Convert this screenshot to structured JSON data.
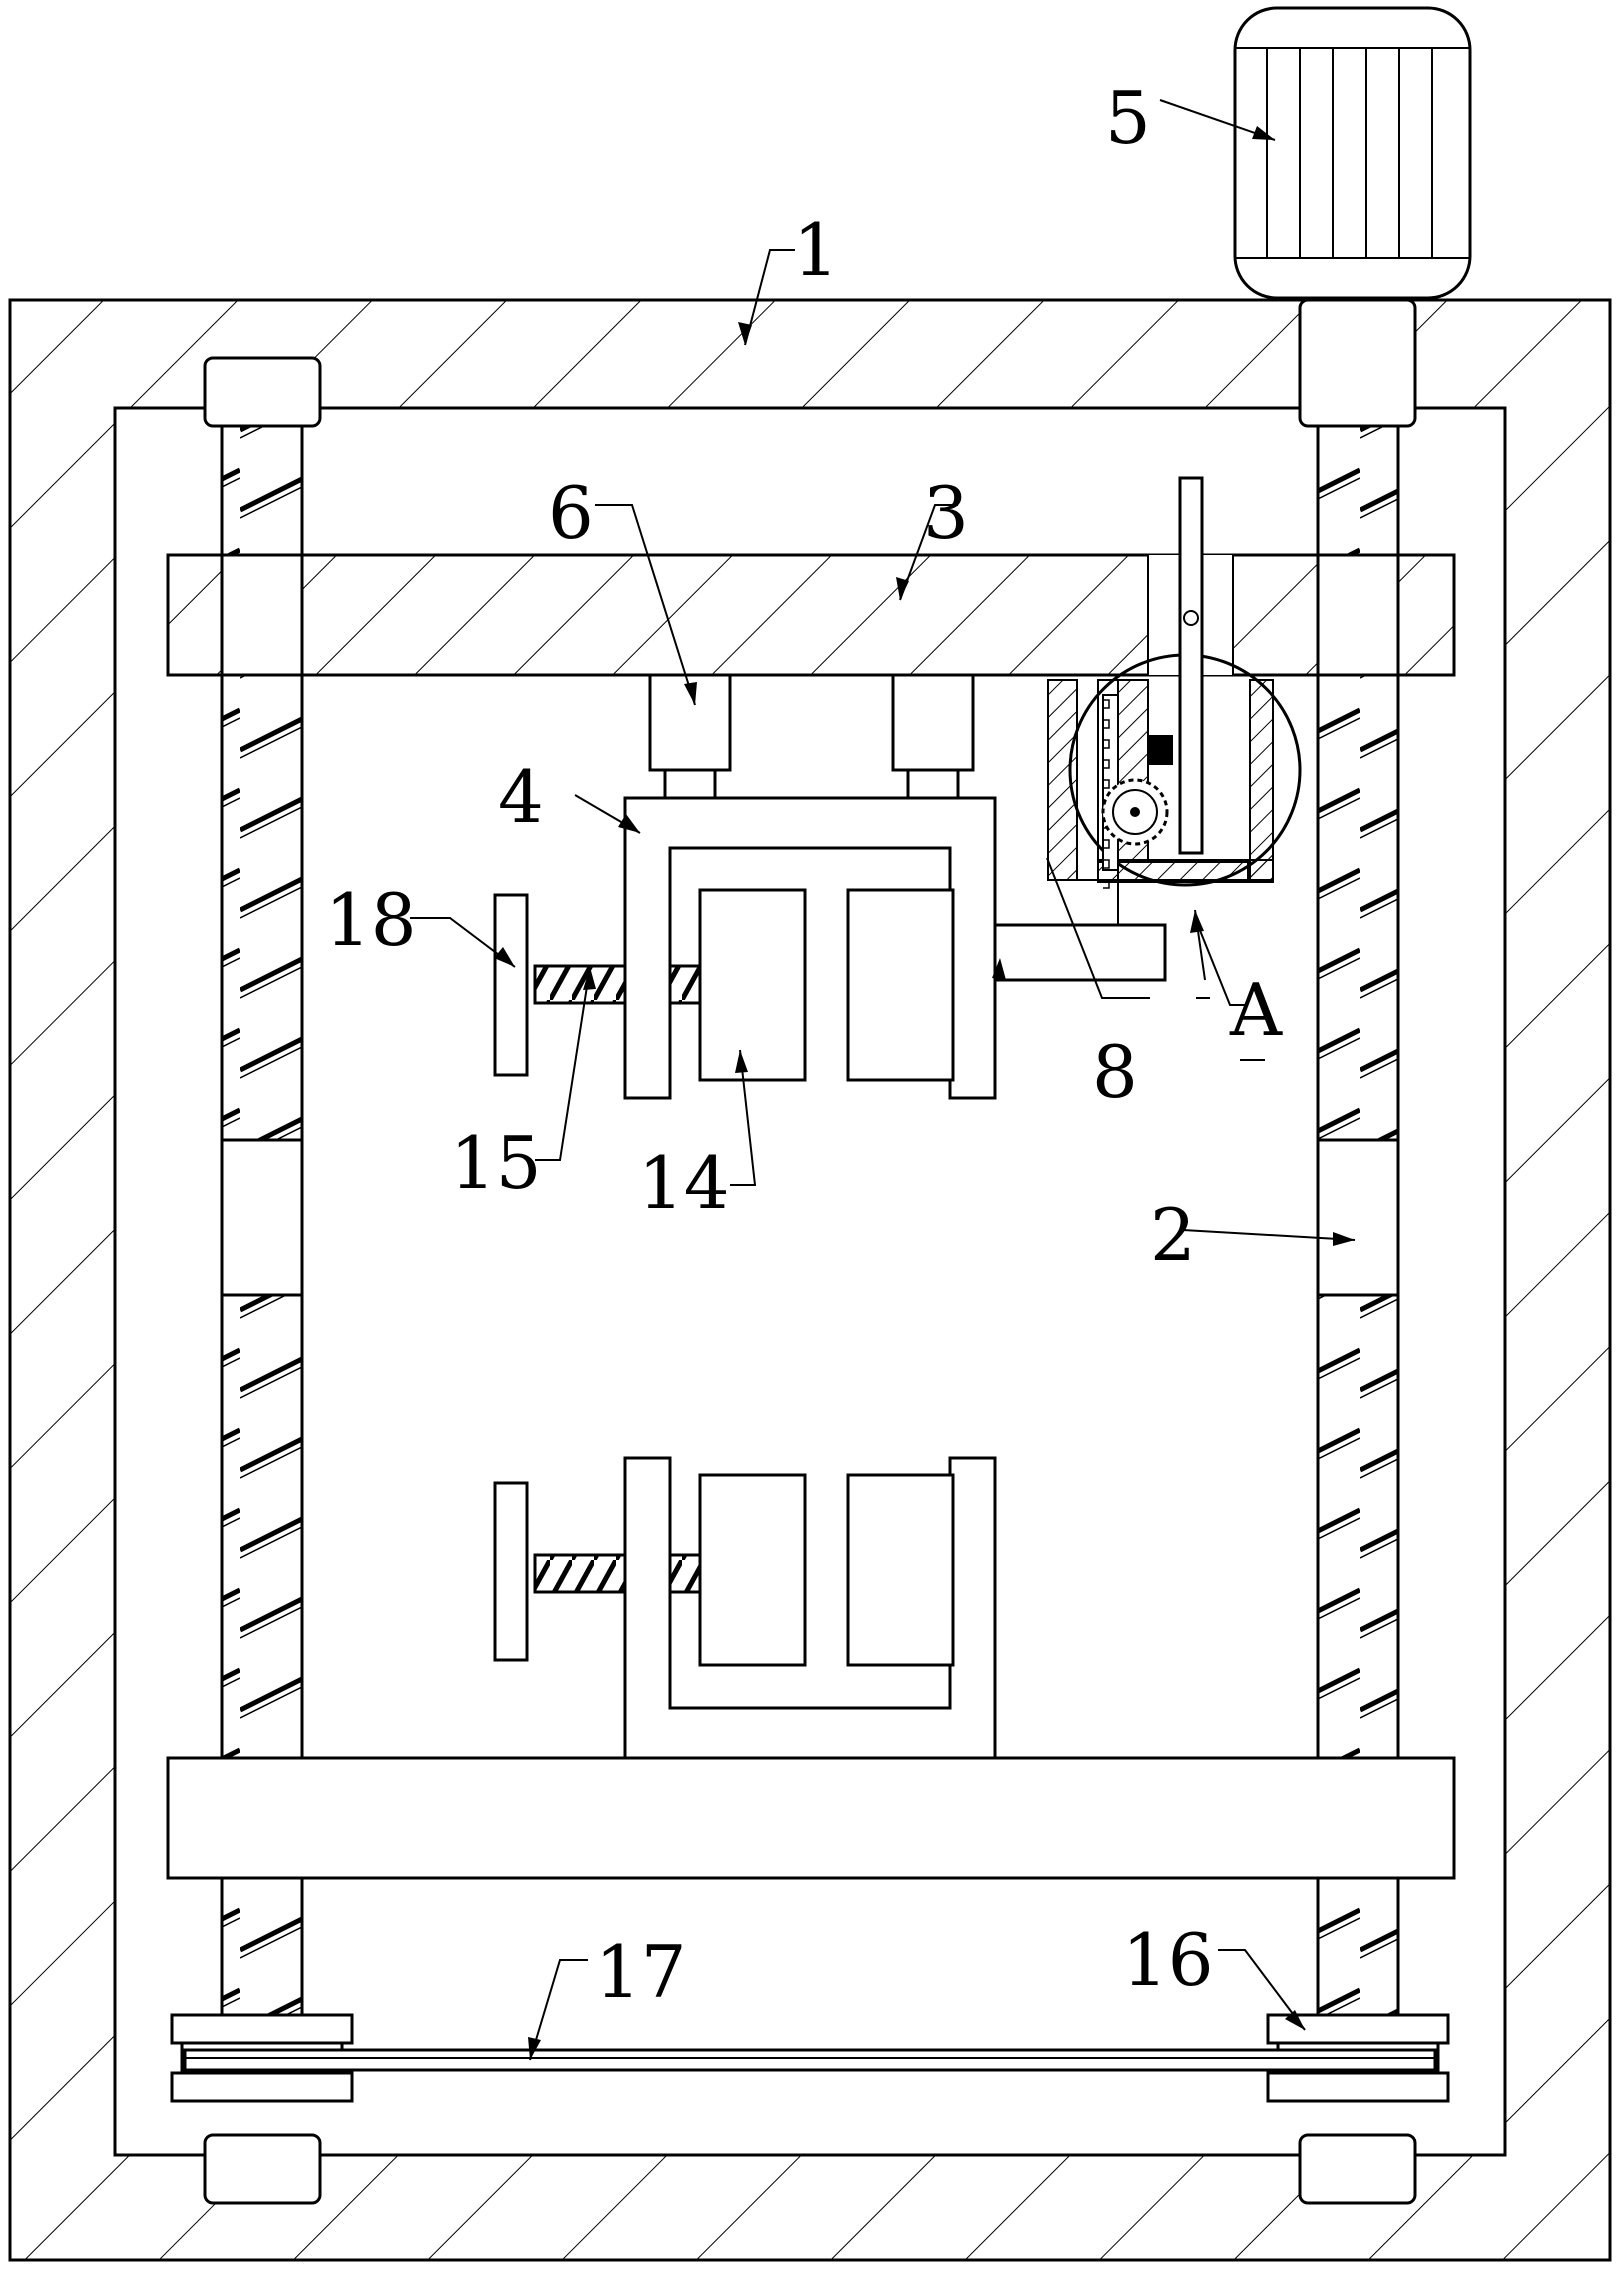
{
  "labels": {
    "l1": "1",
    "l2": "2",
    "l3": "3",
    "l4": "4",
    "l5": "5",
    "l6": "6",
    "l8": "8",
    "l14": "14",
    "l15": "15",
    "l16": "16",
    "l17": "17",
    "l18": "18",
    "lA": "A"
  }
}
